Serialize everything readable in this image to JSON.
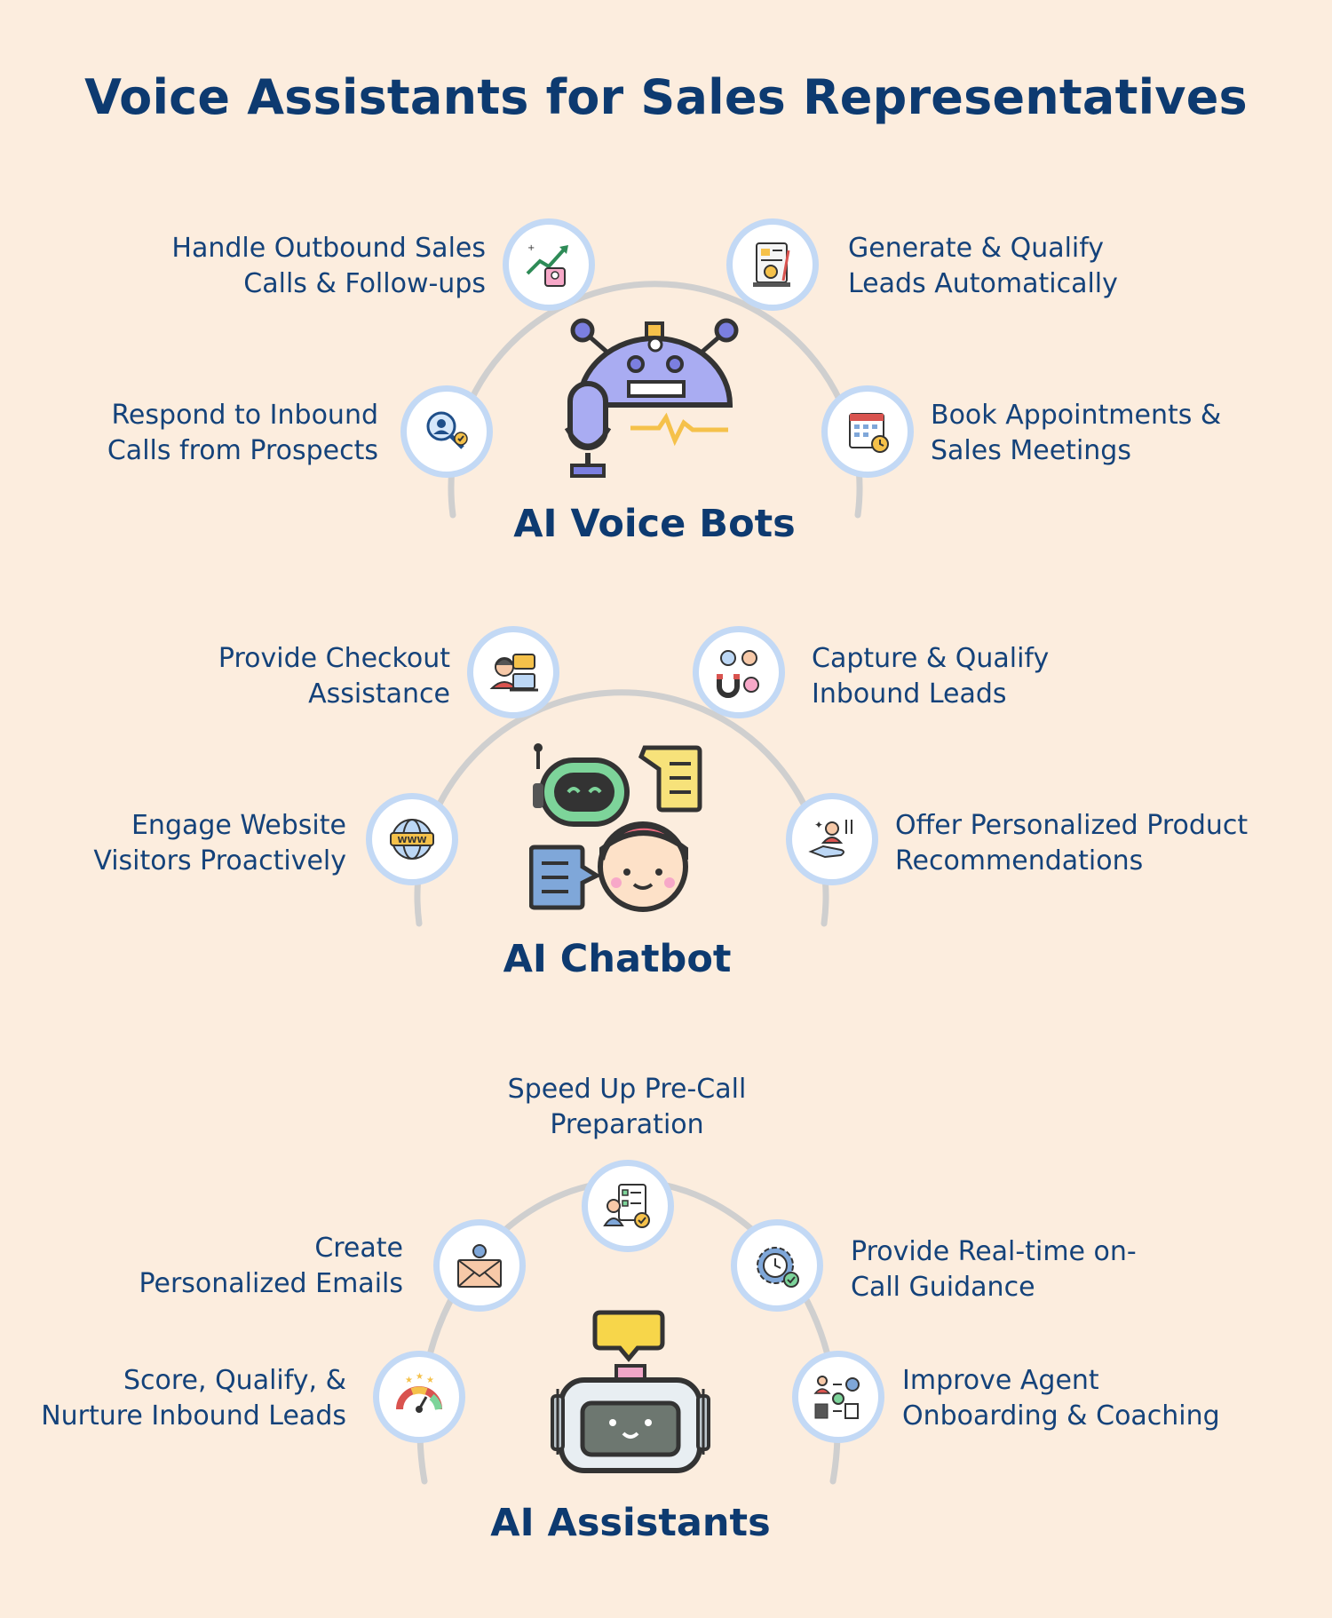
{
  "title": "Voice Assistants for Sales Representatives",
  "colors": {
    "background": "#fcedde",
    "title": "#0d3a70",
    "text": "#14427a",
    "arc": "#cfcfcf",
    "node_border": "#c3d9f5"
  },
  "sections": [
    {
      "title": "AI Voice Bots",
      "hero_icon": "robot-microphone-icon",
      "items": [
        {
          "line1": "Handle Outbound Sales",
          "line2": "Calls & Follow-ups",
          "icon": "growth-chart-icon"
        },
        {
          "line1": "Generate & Qualify",
          "line2": "Leads Automatically",
          "icon": "lead-document-icon"
        },
        {
          "line1": "Respond to Inbound",
          "line2": "Calls from Prospects",
          "icon": "prospect-search-icon"
        },
        {
          "line1": "Book Appointments &",
          "line2": "Sales Meetings",
          "icon": "calendar-booking-icon"
        }
      ]
    },
    {
      "title": "AI Chatbot",
      "hero_icon": "chatbot-conversation-icon",
      "items": [
        {
          "line1": "Provide Checkout",
          "line2": "Assistance",
          "icon": "support-agent-icon"
        },
        {
          "line1": "Capture & Qualify",
          "line2": "Inbound Leads",
          "icon": "lead-magnet-icon"
        },
        {
          "line1": "Engage Website",
          "line2": "Visitors Proactively",
          "icon": "www-globe-icon"
        },
        {
          "line1": "Offer Personalized Product",
          "line2": "Recommendations",
          "icon": "personalized-offer-icon"
        }
      ]
    },
    {
      "title": "AI Assistants",
      "hero_icon": "assistant-robot-icon",
      "items": [
        {
          "line1": "Speed Up Pre-Call",
          "line2": "Preparation",
          "icon": "checklist-preparation-icon"
        },
        {
          "line1": "Create",
          "line2": "Personalized Emails",
          "icon": "personalized-email-icon"
        },
        {
          "line1": "Provide Real-time on-",
          "line2": "Call Guidance",
          "icon": "realtime-gear-clock-icon"
        },
        {
          "line1": "Score, Qualify, &",
          "line2": "Nurture Inbound Leads",
          "icon": "lead-score-gauge-icon"
        },
        {
          "line1": "Improve Agent",
          "line2": "Onboarding & Coaching",
          "icon": "agent-workflow-icon"
        }
      ]
    }
  ]
}
